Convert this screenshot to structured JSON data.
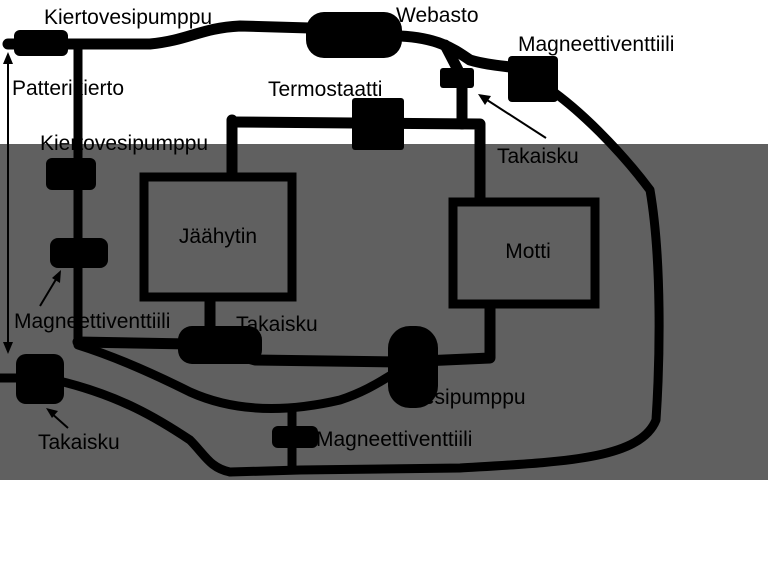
{
  "colors": {
    "background_top": "#ffffff",
    "background_band": "#606060",
    "pipe": "#000000",
    "text": "#000000",
    "box_fill": "#606060"
  },
  "boxes": {
    "jaahytin": "Jäähytin",
    "motti": "Motti"
  },
  "labels": {
    "kiertovesipumppu_top": "Kiertovesipumppu",
    "webasto": "Webasto",
    "magneettiventtiili_top": "Magneettiventtiili",
    "patterikierto": "Patterikierto",
    "termostaatti": "Termostaatti",
    "kiertovesipumppu_left": "Kiertovesipumppu",
    "takaisku_right": "Takaisku",
    "magneettiventtiili_left": "Magneettiventtiili",
    "takaisku_center": "Takaisku",
    "vesipumppu": "Vesipumppu",
    "takaisku_bottom": "Takaisku",
    "magneettiventtiili_bottom": "Magneettiventtiili"
  }
}
